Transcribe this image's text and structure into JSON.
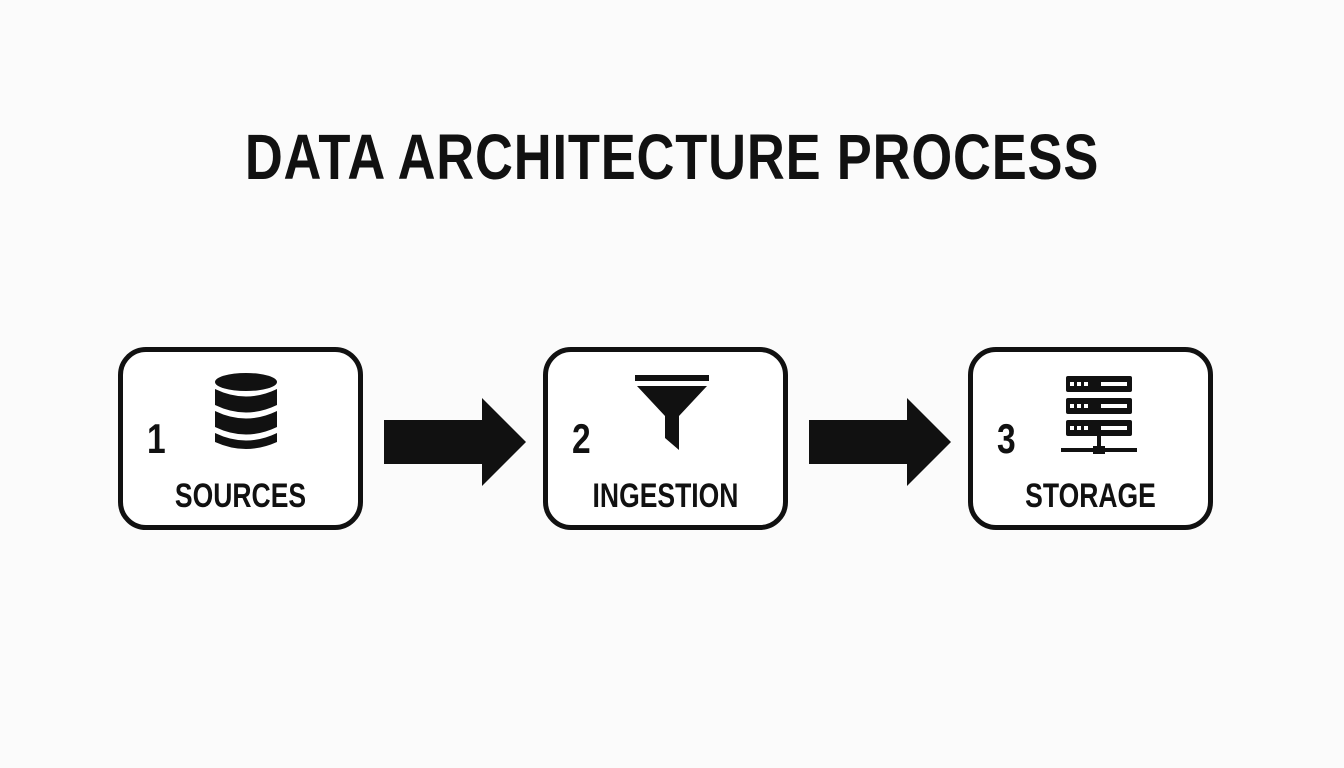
{
  "title": "DATA ARCHITECTURE PROCESS",
  "steps": [
    {
      "number": "1",
      "label": "SOURCES",
      "icon": "database-icon"
    },
    {
      "number": "2",
      "label": "INGESTION",
      "icon": "funnel-icon"
    },
    {
      "number": "3",
      "label": "STORAGE",
      "icon": "server-rack-icon"
    }
  ],
  "colors": {
    "stroke": "#111111",
    "background": "#fbfbfb"
  }
}
